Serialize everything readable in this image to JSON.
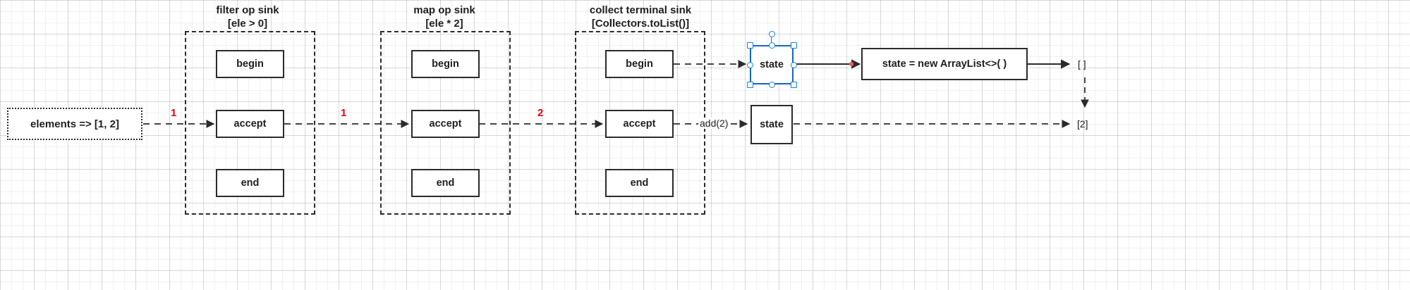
{
  "diagram": {
    "title_hint": "Java Stream sink pipeline trace",
    "accent_red": "#e8000d",
    "selection_blue": "#1a7fe0",
    "stroke": "#2b2b2b"
  },
  "source": {
    "label": "elements => [1, 2]"
  },
  "groups": [
    {
      "name": "filter-op-sink",
      "title": "filter op sink",
      "subtitle": "[ele > 0]",
      "nodes": [
        {
          "name": "begin",
          "label": "begin"
        },
        {
          "name": "accept",
          "label": "accept"
        },
        {
          "name": "end",
          "label": "end"
        }
      ]
    },
    {
      "name": "map-op-sink",
      "title": "map op sink",
      "subtitle": "[ele * 2]",
      "nodes": [
        {
          "name": "begin",
          "label": "begin"
        },
        {
          "name": "accept",
          "label": "accept"
        },
        {
          "name": "end",
          "label": "end"
        }
      ]
    },
    {
      "name": "collect-terminal-sink",
      "title": "collect terminal sink",
      "subtitle": "[Collectors.toList()]",
      "nodes": [
        {
          "name": "begin",
          "label": "begin"
        },
        {
          "name": "accept",
          "label": "accept"
        },
        {
          "name": "end",
          "label": "end"
        }
      ]
    }
  ],
  "flow_labels": {
    "source_to_filter": "1",
    "filter_to_map": "1",
    "map_to_collect": "2",
    "accept_to_state": "add(2)"
  },
  "state_nodes": {
    "top": {
      "label": "state",
      "selected": true
    },
    "bottom": {
      "label": "state",
      "selected": false
    }
  },
  "arraylist_box": {
    "label": "state = new ArrayList<>( )"
  },
  "outputs": {
    "empty_list": "[ ]",
    "result_list": "[2]"
  }
}
